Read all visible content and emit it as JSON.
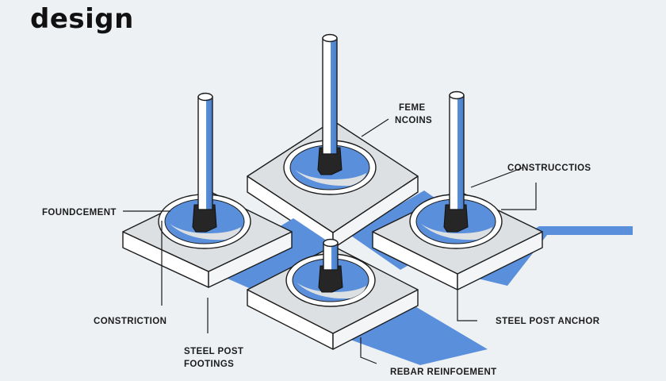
{
  "page": {
    "title": "design"
  },
  "colors": {
    "background": "#eef1f4",
    "accent_blue": "#5a8fdc",
    "slab_top": "#dde0e3",
    "outline": "#1c1c1c",
    "nut": "#262626"
  },
  "callouts": {
    "feme_ncoins": [
      "FEME",
      "NCOINS"
    ],
    "foundcement": "FOUNDCEMENT",
    "constructcios": "CONSTRUCCTIOS",
    "constriction": "CONSTRICTION",
    "steel_post_footings": [
      "STEEL POST",
      "FOOTINGS"
    ],
    "steel_post_anchor": "STEEL POST ANCHOR",
    "rebar_reinforcement": "REBAR REINFOEMENT"
  },
  "footings": [
    {
      "name": "back",
      "post": "tall"
    },
    {
      "name": "left",
      "post": "tall"
    },
    {
      "name": "right",
      "post": "tall"
    },
    {
      "name": "front",
      "post": "short"
    }
  ]
}
